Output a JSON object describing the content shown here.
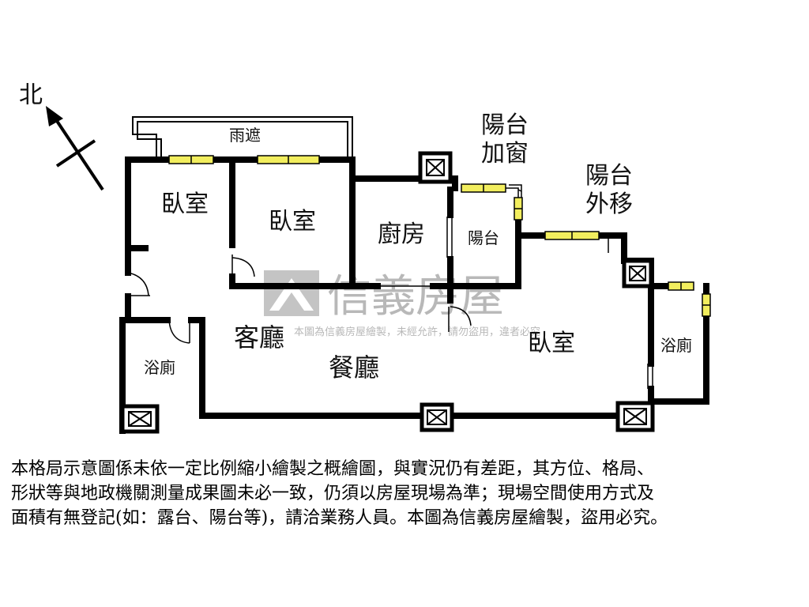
{
  "compass": {
    "north_label": "北"
  },
  "rooms": {
    "awning": "雨遮",
    "bedroom_1": "臥室",
    "bedroom_2": "臥室",
    "kitchen": "廚房",
    "balcony_window_label_line1": "陽台",
    "balcony_window_label_line2": "加窗",
    "balcony": "陽台",
    "balcony_out_label_line1": "陽台",
    "balcony_out_label_line2": "外移",
    "living_room": "客廳",
    "dining_room": "餐廳",
    "bathroom_1": "浴廁",
    "bedroom_3": "臥室",
    "bathroom_2": "浴廁"
  },
  "watermark": {
    "brand": "信義房屋",
    "fine_print": "本圖為信義房屋繪製，未經允許，請勿盜用，違者必究"
  },
  "disclaimer": {
    "line1": "本格局示意圖係未依一定比例縮小繪製之概繪圖，與實況仍有差距，其方位、格局、",
    "line2": "形狀等與地政機關測量成果圖未必一致，仍須以房屋現場為準；現場空間使用方式及",
    "line3": "面積有無登記(如：露台、陽台等)，請洽業務人員。本圖為信義房屋繪製，盜用必究。"
  },
  "colors": {
    "wall": "#000000",
    "window": "#f2ee5e",
    "watermark": "#c4c4c4"
  }
}
